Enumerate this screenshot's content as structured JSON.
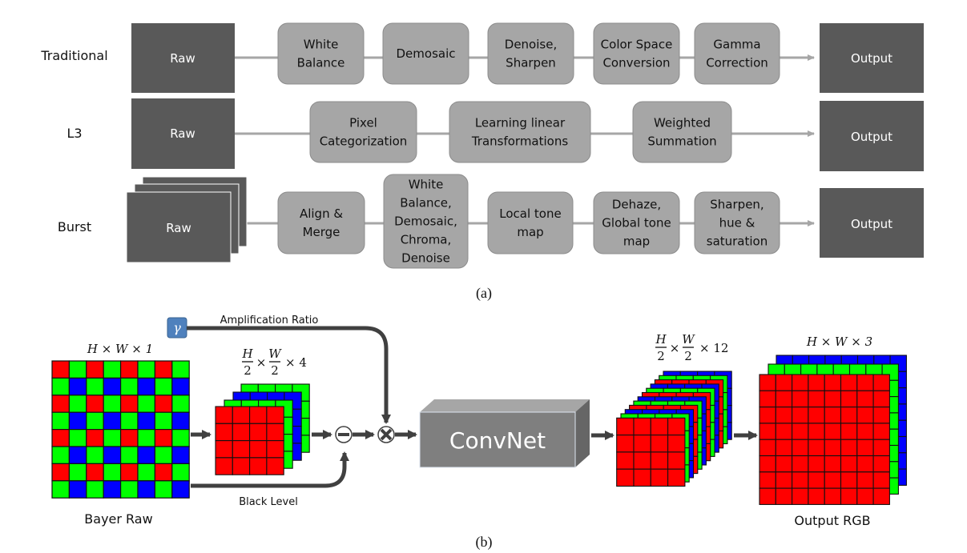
{
  "panel_a": {
    "caption": "(a)",
    "pipelines": [
      {
        "name": "Traditional",
        "input": "Raw",
        "steps": [
          [
            "White",
            "Balance"
          ],
          [
            "Demosaic"
          ],
          [
            "Denoise,",
            "Sharpen"
          ],
          [
            "Color Space",
            "Conversion"
          ],
          [
            "Gamma",
            "Correction"
          ]
        ],
        "output": "Output"
      },
      {
        "name": "L3",
        "input": "Raw",
        "steps": [
          [
            "Pixel",
            "Categorization"
          ],
          [
            "Learning linear",
            "Transformations"
          ],
          [
            "Weighted",
            "Summation"
          ]
        ],
        "output": "Output"
      },
      {
        "name": "Burst",
        "input": "Raw",
        "steps": [
          [
            "Align &",
            "Merge"
          ],
          [
            "White",
            "Balance,",
            "Demosaic,",
            "Chroma,",
            "Denoise"
          ],
          [
            "Local tone",
            "map"
          ],
          [
            "Dehaze,",
            "Global tone",
            "map"
          ],
          [
            "Sharpen,",
            "hue &",
            "saturation"
          ]
        ],
        "output": "Output"
      }
    ]
  },
  "panel_b": {
    "caption": "(b)",
    "gamma_symbol": "γ",
    "amplification_label": "Amplification Ratio",
    "black_level_label": "Black Level",
    "bayer_dims": "H × W × 1",
    "bayer_label": "Bayer Raw",
    "packed_dims": {
      "h": "H",
      "w": "W",
      "den": "2",
      "tail": "× 4"
    },
    "convnet_label": "ConvNet",
    "feature_dims": {
      "h": "H",
      "w": "W",
      "den": "2",
      "tail": "× 12"
    },
    "output_dims": "H × W × 3",
    "output_label": "Output RGB",
    "subtract_symbol": "−",
    "multiply_symbol": "×",
    "colors": {
      "red": "#ff0000",
      "green": "#00ff00",
      "blue": "#0000ff",
      "dark": "#595959",
      "step": "#a6a6a6",
      "gamma": "#4f81bd",
      "arrow": "#404040"
    }
  }
}
